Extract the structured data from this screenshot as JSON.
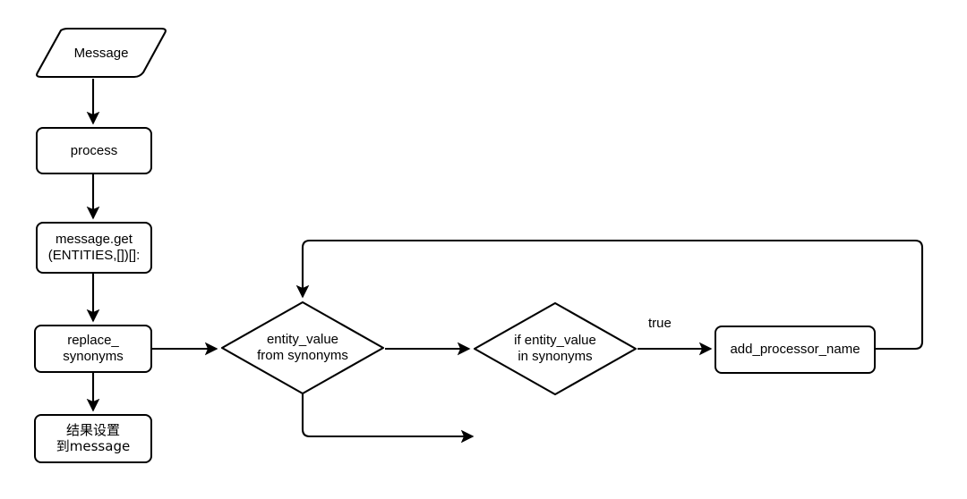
{
  "diagram": {
    "type": "flowchart",
    "title": "",
    "background_color": "#ffffff",
    "stroke_color": "#000000",
    "text_color": "#000000",
    "nodes": [
      {
        "id": "message",
        "shape": "parallelogram",
        "label": "Message",
        "lines": [
          "Message"
        ]
      },
      {
        "id": "process",
        "shape": "rounded-rectangle",
        "label": "process",
        "lines": [
          "process"
        ]
      },
      {
        "id": "message_get",
        "shape": "rounded-rectangle",
        "label": "message.get (ENTITIES,[])[]:",
        "lines": [
          "message.get",
          "(ENTITIES,[])[]:"
        ]
      },
      {
        "id": "replace_synonyms",
        "shape": "rounded-rectangle",
        "label": "replace_ synonyms",
        "lines": [
          "replace_",
          "synonyms"
        ]
      },
      {
        "id": "set_result",
        "shape": "rounded-rectangle",
        "label": "结果设置 到message",
        "lines": [
          "结果设置",
          "到message"
        ]
      },
      {
        "id": "entity_value_from_synonyms",
        "shape": "diamond",
        "label": "entity_value from synonyms",
        "lines": [
          "entity_value",
          "from synonyms"
        ]
      },
      {
        "id": "if_entity_value_in_synonyms",
        "shape": "diamond",
        "label": "if entity_value in synonyms",
        "lines": [
          "if entity_value",
          "in synonyms"
        ]
      },
      {
        "id": "add_processor_name",
        "shape": "rounded-rectangle",
        "label": "add_processor_name",
        "lines": [
          "add_processor_name"
        ]
      }
    ],
    "edges": [
      {
        "id": "e1",
        "from": "message",
        "to": "process",
        "label": "",
        "arrow": true
      },
      {
        "id": "e2",
        "from": "process",
        "to": "message_get",
        "label": "",
        "arrow": true
      },
      {
        "id": "e3",
        "from": "message_get",
        "to": "replace_synonyms",
        "label": "",
        "arrow": true
      },
      {
        "id": "e4",
        "from": "replace_synonyms",
        "to": "set_result",
        "label": "",
        "arrow": true
      },
      {
        "id": "e5",
        "from": "replace_synonyms",
        "to": "entity_value_from_synonyms",
        "label": "",
        "arrow": true
      },
      {
        "id": "e6",
        "from": "entity_value_from_synonyms",
        "to": "if_entity_value_in_synonyms",
        "label": "",
        "arrow": true
      },
      {
        "id": "e7",
        "from": "if_entity_value_in_synonyms",
        "to": "add_processor_name",
        "label": "true",
        "arrow": true
      },
      {
        "id": "e8",
        "from": "add_processor_name",
        "to": "entity_value_from_synonyms",
        "label": "",
        "arrow": true
      },
      {
        "id": "e9",
        "from": "entity_value_from_synonyms",
        "to": "",
        "label": "",
        "arrow": true
      }
    ],
    "edge_labels": {
      "true_branch": "true"
    }
  }
}
